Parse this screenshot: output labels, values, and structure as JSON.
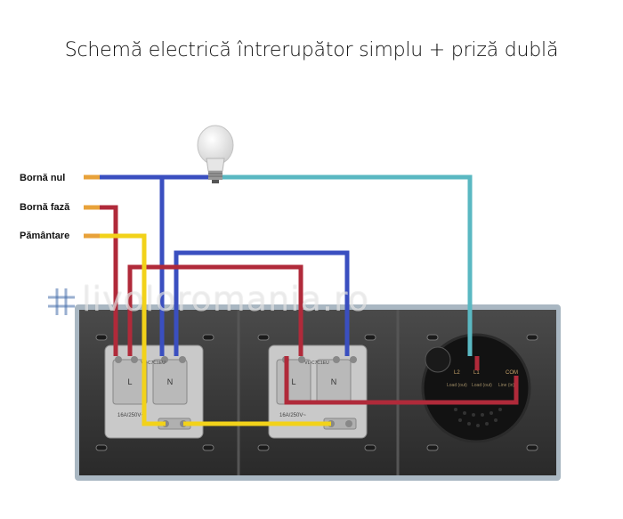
{
  "title": "Schemă electrică întrerupător simplu + priză dublă",
  "terminals": {
    "neutral": "Bornă nul",
    "phase": "Bornă fază",
    "ground": "Pământare"
  },
  "watermark": "livoloromania.ro",
  "socket_left": {
    "l": "L",
    "n": "N",
    "code": "VL-C7C1EU",
    "rating": "16A/250V~"
  },
  "socket_right": {
    "l": "L",
    "n": "N",
    "code": "VL-C7C1EU",
    "rating": "16A/250V~"
  },
  "switch": {
    "pins": [
      "L2",
      "L1",
      "COM"
    ],
    "markings": [
      "Load (out)",
      "Load (out)",
      "Line (in)"
    ]
  },
  "colors": {
    "neutral_wire": "#3a4fc0",
    "phase_wire": "#b02a3a",
    "ground_wire": "#f2d21a",
    "switch_wire": "#5ab8c2",
    "panel": "#3a3a3a",
    "socket": "#c9c9c9"
  }
}
